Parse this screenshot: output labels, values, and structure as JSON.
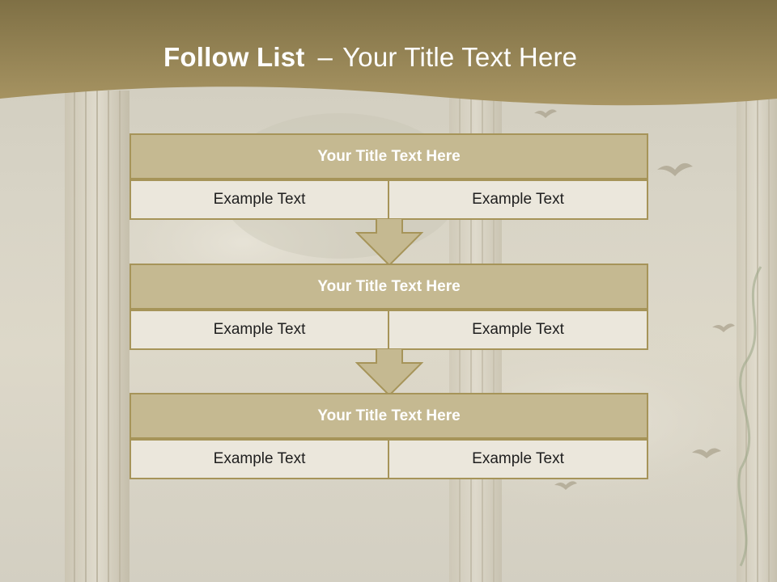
{
  "slide": {
    "title_bold": "Follow List",
    "title_dash": "–",
    "title_rest": "Your Title Text Here",
    "rows": [
      {
        "header": "Your Title Text Here",
        "left": "Example Text",
        "right": "Example Text"
      },
      {
        "header": "Your Title Text Here",
        "left": "Example Text",
        "right": "Example Text"
      },
      {
        "header": "Your Title Text Here",
        "left": "Example Text",
        "right": "Example Text"
      }
    ]
  },
  "colors": {
    "title_band": "#9e8c57",
    "header_fill": "#c5b991",
    "cell_fill": "#ebe7dc",
    "border": "#a69459"
  }
}
